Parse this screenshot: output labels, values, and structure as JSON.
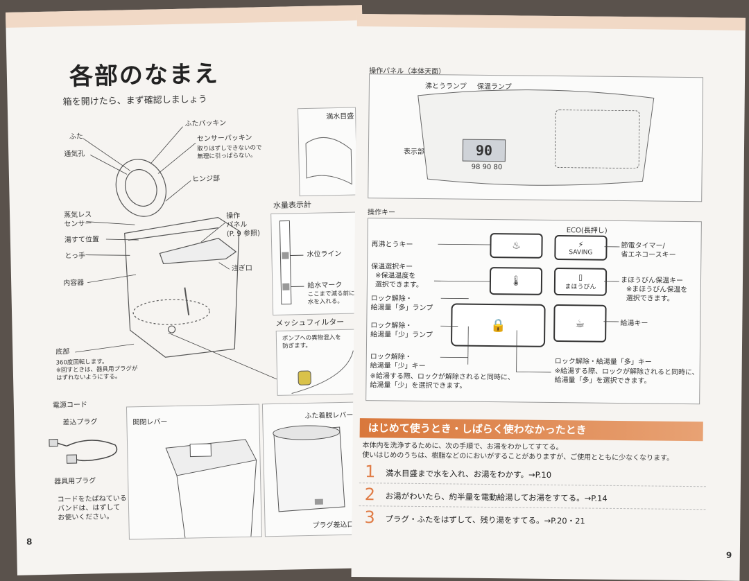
{
  "left": {
    "title": "各部のなまえ",
    "subtitle": "箱を開けたら、まず確認しましょう",
    "page_number": "8",
    "labels": {
      "futa": "ふた",
      "tsukikou": "通気孔",
      "jouki_sensor": "蒸気レス\nセンサー",
      "yusute": "湯すて位置",
      "totte": "とっ手",
      "naiyouki": "内容器",
      "futa_packing": "ふたパッキン",
      "sensor_packing": "センサーパッキン",
      "sensor_note": "取りはずしできないので\n無理に引っぱらない。",
      "hinge": "ヒンジ部",
      "sousa_panel": "操作\nパネル\n(P. 9 参照)",
      "sosogi": "注ぎ口",
      "mansui": "満水目盛",
      "suiryou": "水量表示計",
      "suii_line": "水位ライン",
      "kyusui_mark": "給水マーク",
      "kyusui_note": "ここまで減る前に\n水を入れる。",
      "mesh": "メッシュフィルター",
      "mesh_note": "ポンプへの異物混入を\n防ぎます。",
      "teibu": "底部",
      "teibu_note": "360度回転します。\n※回すときは、器具用プラグが\nはずれないようにする。",
      "dengen": "電源コード",
      "sashikomi": "差込プラグ",
      "kigu_plug": "器具用プラグ",
      "cord_note": "コードをたばねている\nバンドは、はずして\nお使いください。",
      "kaihei": "開閉レバー",
      "futa_lever": "ふた着脱レバー",
      "plug_sashikomi": "プラグ差込口"
    }
  },
  "right": {
    "page_number": "9",
    "panel_heading": "操作パネル（本体天面）",
    "futtou_lamp": "沸とうランプ",
    "hoon_lamp": "保温ランプ",
    "hyoujibu": "表示部",
    "display_value": "90",
    "display_scale": "98 90 80",
    "sousa_key": "操作キー",
    "keys": {
      "refutto": "再沸とうキー",
      "hoon_sentaku": "保温選択キー",
      "hoon_sentaku_note": "※保温温度を\n選択できます。",
      "lock_multi_lamp": "ロック解除・\n給湯量「多」ランプ",
      "lock_low_lamp": "ロック解除・\n給湯量「少」ランプ",
      "lock_low_key": "ロック解除・\n給湯量「少」キー",
      "lock_low_note": "※給湯する際、ロックが解除されると同時に、\n給湯量「少」を選択できます。",
      "eco_label": "ECO(長押し)",
      "saving": "SAVING",
      "setsuden": "節電タイマー/\n省エネコースキー",
      "mahoubin_key": "まほうびん",
      "mahoubin": "まほうびん保温キー",
      "mahoubin_note": "※まほうびん保温を\n選択できます。",
      "kyuutou": "給湯キー",
      "lock_multi_key": "ロック解除・給湯量「多」キー",
      "lock_multi_note": "※給湯する際、ロックが解除されると同時に、\n給湯量「多」を選択できます。"
    },
    "banner": "はじめて使うとき・しばらく使わなかったとき",
    "intro": "本体内を洗浄するために、次の手順で、お湯をわかしてすてる。",
    "intro2": "使いはじめのうちは、樹脂などのにおいがすることがありますが、ご使用とともに少なくなります。",
    "steps": [
      {
        "num": "1",
        "text": "満水目盛まで水を入れ、お湯をわかす。→P.10"
      },
      {
        "num": "2",
        "text": "お湯がわいたら、約半量を電動給湯してお湯をすてる。→P.14"
      },
      {
        "num": "3",
        "text": "プラグ・ふたをはずして、残り湯をすてる。→P.20・21"
      }
    ]
  },
  "colors": {
    "accent": "#e07c46",
    "band": "#f1d9c6",
    "lcd": "#cfd3d8"
  }
}
